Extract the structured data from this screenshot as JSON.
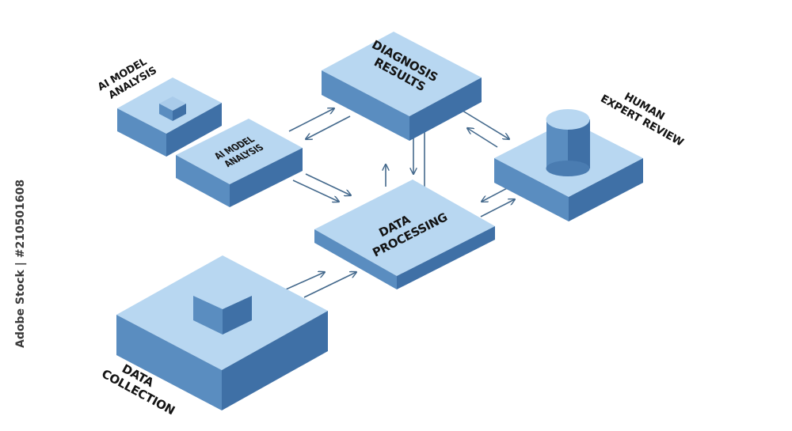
{
  "colors": {
    "top": "#b8d7f1",
    "left": "#5a8dc0",
    "right": "#3f70a6",
    "arrow": "#44698c",
    "label": "#141414"
  },
  "labels": {
    "ai_model_analysis_outer": [
      "AI MODEL",
      "ANALYSIS"
    ],
    "ai_model_analysis_block": [
      "AI MODEL",
      "ANALYSIS"
    ],
    "diagnosis_results": [
      "DIAGNOSIS",
      "RESULTS"
    ],
    "human_expert_review": [
      "HUMAN",
      "EXPERT REVIEW"
    ],
    "data_processing": [
      "DATA",
      "PROCESSING"
    ],
    "data_collection": [
      "DATA",
      "COLLECTION"
    ]
  },
  "watermark": {
    "stock_id": "Adobe Stock | #210501608"
  }
}
